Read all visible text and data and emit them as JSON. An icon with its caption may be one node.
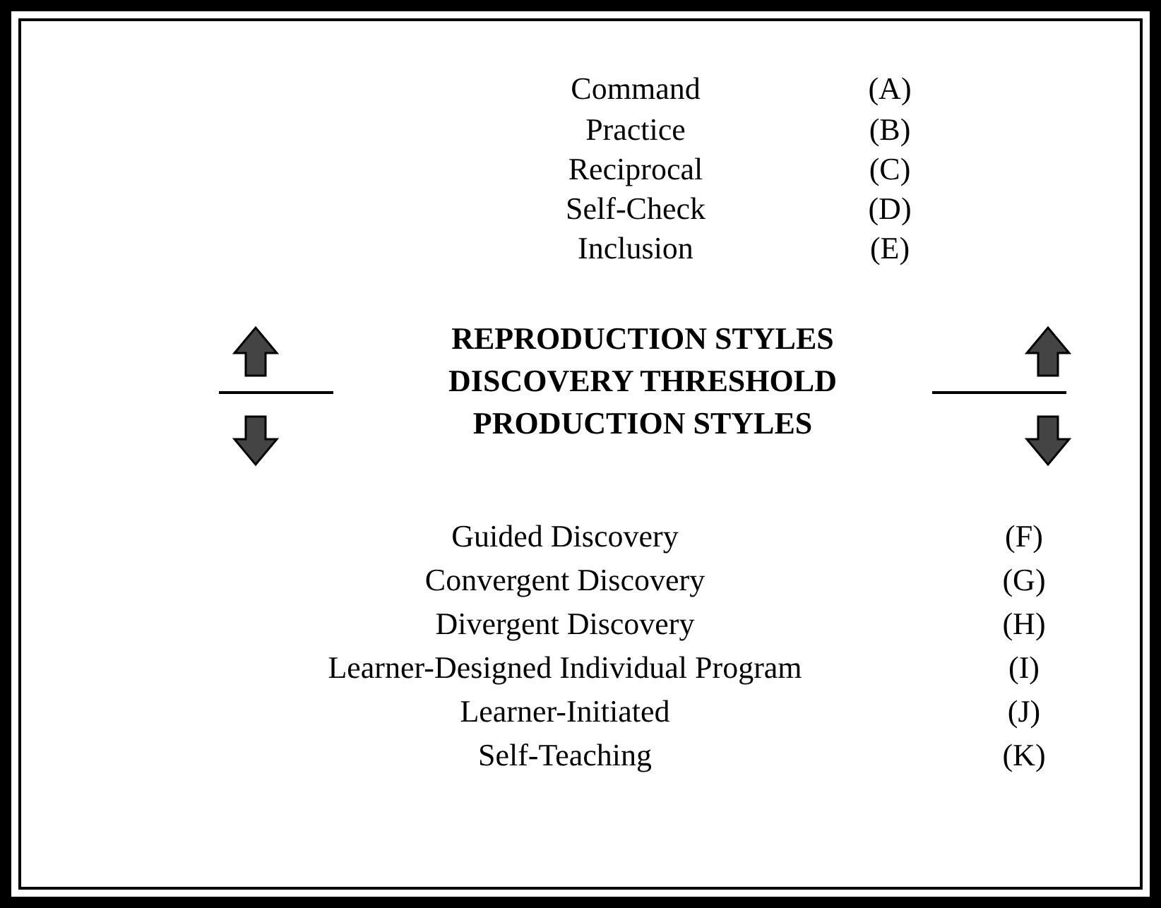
{
  "diagram": {
    "labels": [
      "Command",
      "(A)",
      "Practice",
      "(B)",
      "Reciprocal",
      "(C)",
      "Self-Check",
      "(D)",
      "Inclusion",
      "(E)",
      "REPRODUCTION STYLES",
      "DISCOVERY THRESHOLD",
      "PRODUCTION STYLES",
      "Guided Discovery",
      "(F)",
      "Convergent Discovery",
      "(G)",
      "Divergent Discovery",
      "(H)",
      "Learner-Designed Individual Program",
      "(I)",
      "Learner-Initiated",
      "(J)",
      "Self-Teaching",
      "(K)"
    ]
  }
}
